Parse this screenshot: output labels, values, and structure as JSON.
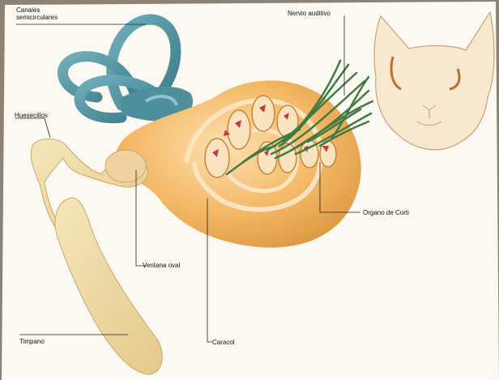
{
  "diagram": {
    "labels": {
      "canales": [
        "Canales",
        "semicirculares"
      ],
      "nervio": "Nervio auditivo",
      "huesecillos": "Huesecillos",
      "organo": "Organo de Corti",
      "ventana": "Ventana oval",
      "timpano": "Timpano",
      "caracol": "Caracol"
    },
    "colors": {
      "page": "#fbf9f2",
      "frame": "#8c8378",
      "canals": "#4f8f9c",
      "cochlea": "#f2b45e",
      "bone": "#efd9a0",
      "nerve": "#3f7b43",
      "corti": "#c4394a"
    }
  }
}
